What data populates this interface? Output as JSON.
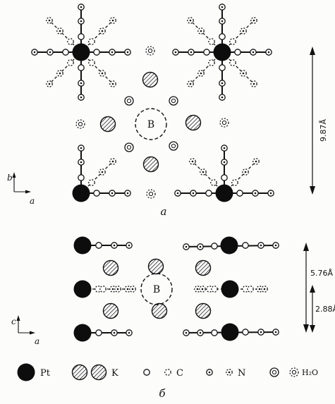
{
  "panel_a": {
    "caption": "а",
    "center_label": "B",
    "dimension": "9.87Å",
    "axis_vertical": "b",
    "axis_horizontal": "a"
  },
  "panel_b": {
    "caption": "б",
    "center_label": "B",
    "dimension_large": "5.76Å",
    "dimension_small": "2.88Å",
    "axis_vertical": "c",
    "axis_horizontal": "a"
  },
  "legend": {
    "pt": "Pt",
    "k": "K",
    "c": "C",
    "n": "N",
    "h2o": "H₂O"
  },
  "colors": {
    "ink": "#111111",
    "paper": "#fcfcfb"
  }
}
